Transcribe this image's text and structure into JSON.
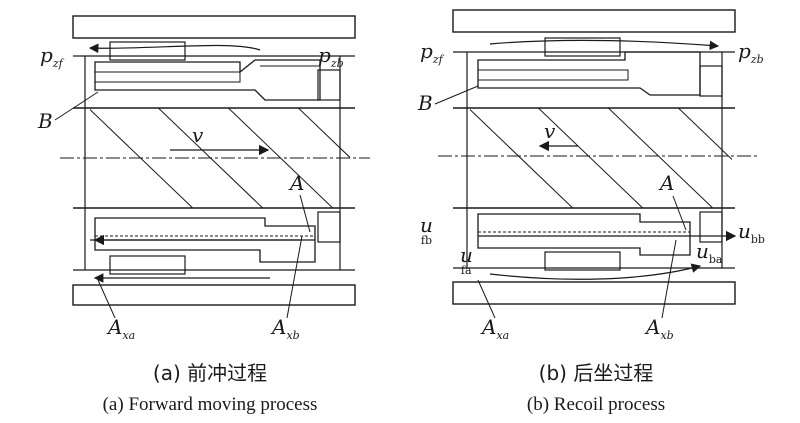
{
  "panel_a": {
    "labels": {
      "p_zf": {
        "main": "p",
        "sub": "zf"
      },
      "p_zb": {
        "main": "p",
        "sub": "zb"
      },
      "B": "B",
      "v": "v",
      "A": "A",
      "A_xa": {
        "main": "A",
        "sub": "xa"
      },
      "A_xb": {
        "main": "A",
        "sub": "xb"
      }
    },
    "caption_cn": "(a) 前冲过程",
    "caption_en": "(a) Forward moving process"
  },
  "panel_b": {
    "labels": {
      "p_zf": {
        "main": "p",
        "sub": "zf"
      },
      "p_zb": {
        "main": "p",
        "sub": "zb"
      },
      "B": "B",
      "v": "v",
      "A": "A",
      "u_fb": {
        "main": "u",
        "sub": "fb"
      },
      "u_fa": {
        "main": "u",
        "sub": "fa"
      },
      "u_bb": {
        "main": "u",
        "sub": "bb"
      },
      "u_ba": {
        "main": "u",
        "sub": "ba"
      },
      "A_xa": {
        "main": "A",
        "sub": "xa"
      },
      "A_xb": {
        "main": "A",
        "sub": "xb"
      }
    },
    "caption_cn": "(b) 后坐过程",
    "caption_en": "(b) Recoil process"
  }
}
